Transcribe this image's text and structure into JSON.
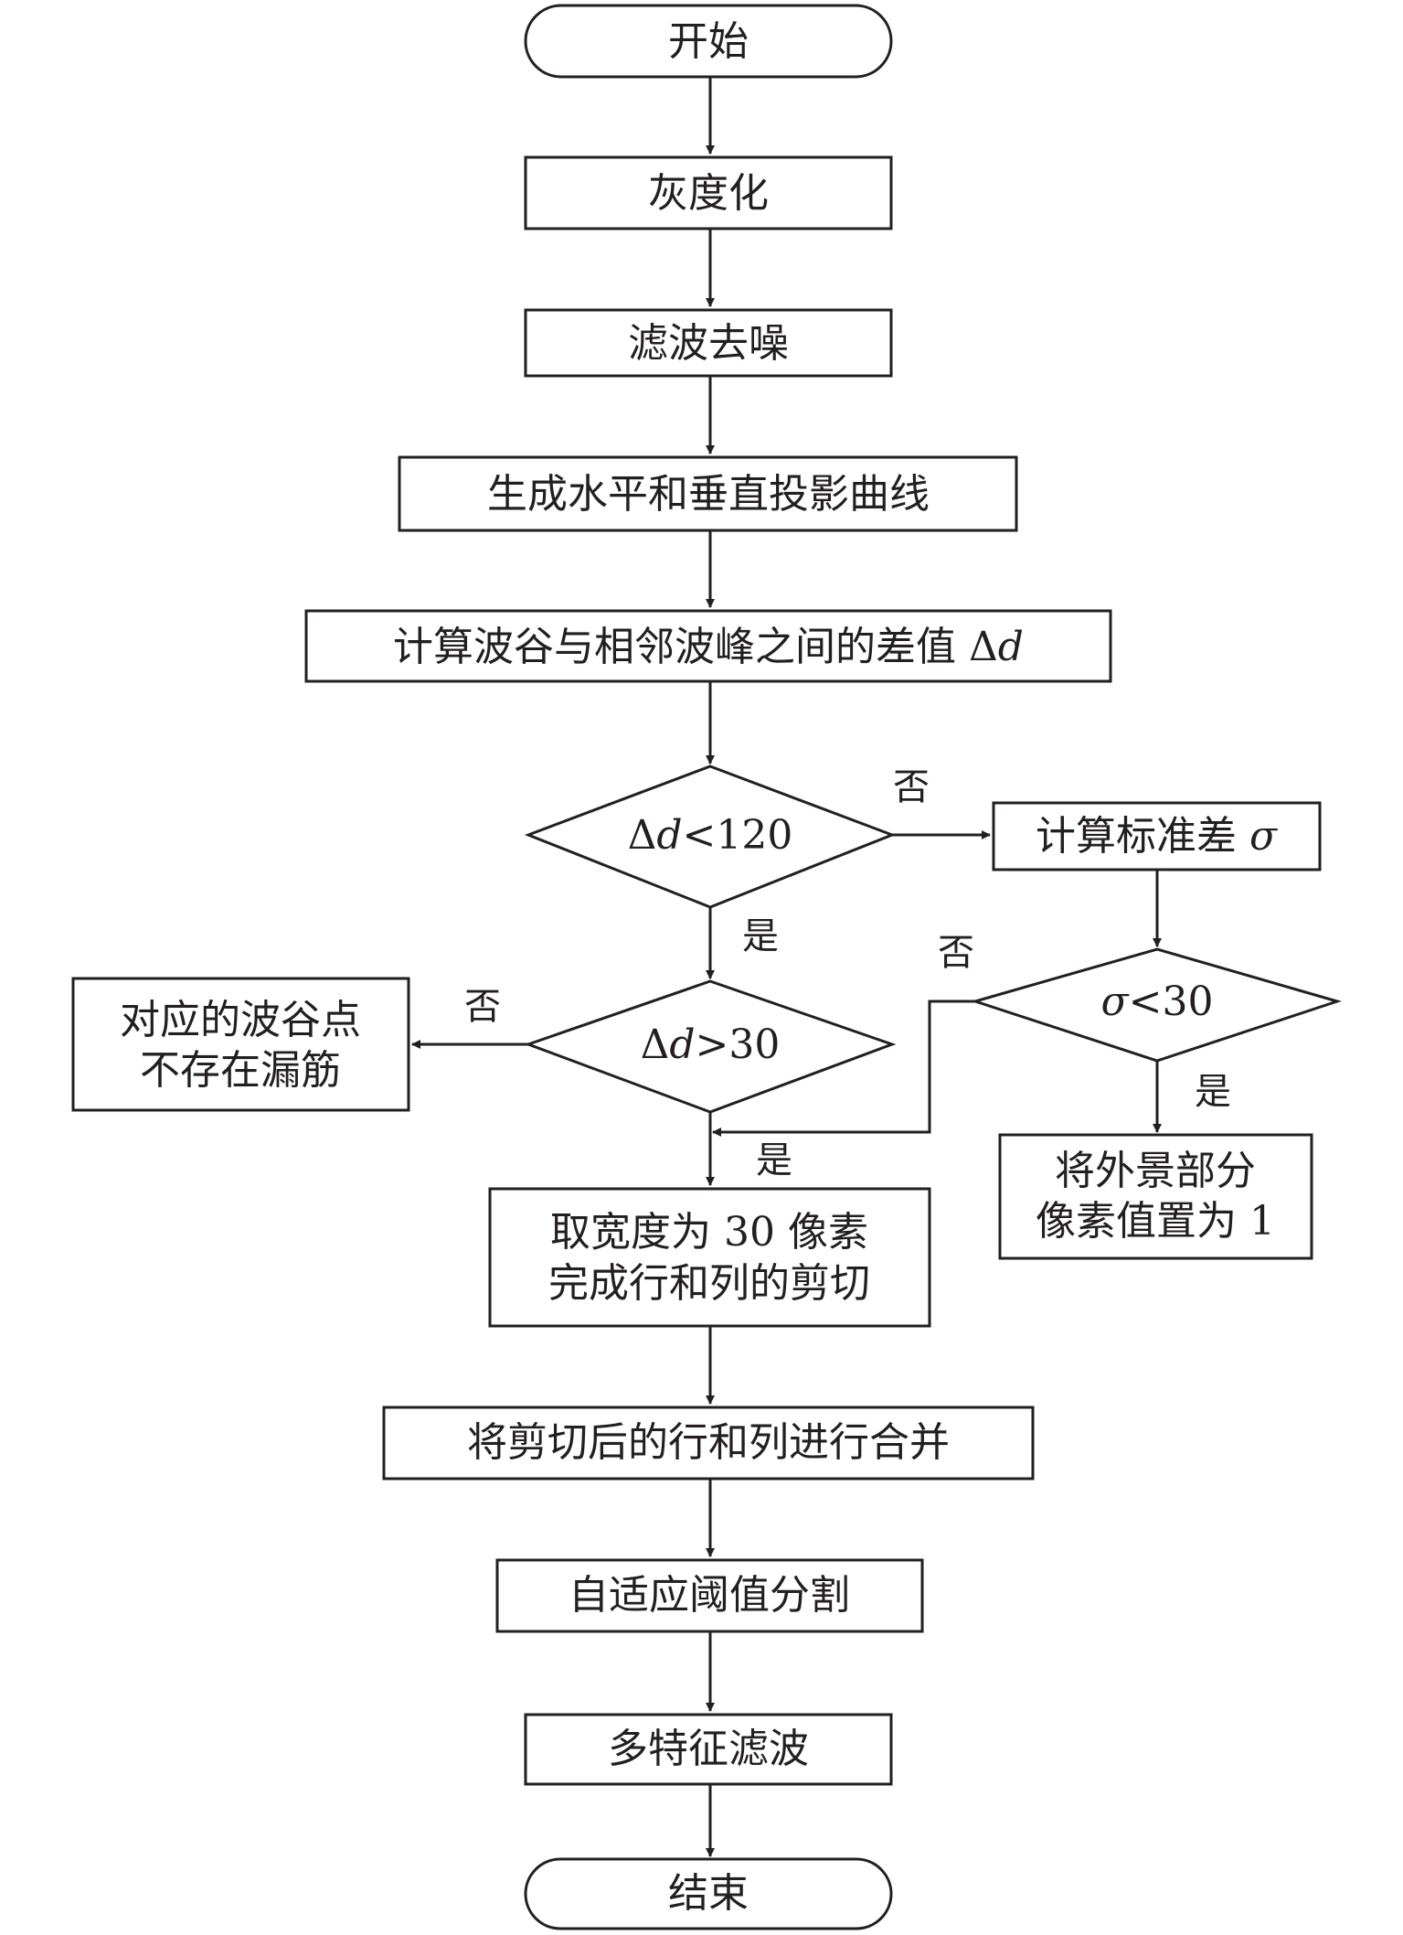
{
  "nodes": {
    "start": "开始",
    "grayscale": "灰度化",
    "denoise": "滤波去噪",
    "projection": "生成水平和垂直投影曲线",
    "diff": {
      "text": "计算波谷与相邻波峰之间的差值 Δ",
      "var": "d"
    },
    "cond_d120": {
      "pre": "Δ",
      "var": "d",
      "post": "<120"
    },
    "stddev": {
      "text": "计算标准差 ",
      "var": "σ"
    },
    "cond_d30": {
      "pre": "Δ",
      "var": "d",
      "post": ">30"
    },
    "cond_s30": {
      "var": "σ",
      "post": "<30"
    },
    "no_rebar": [
      "对应的波谷点",
      "不存在漏筋"
    ],
    "set_bg": [
      "将外景部分",
      "像素值置为 1"
    ],
    "crop": [
      "取宽度为 30 像素",
      "完成行和列的剪切"
    ],
    "merge": "将剪切后的行和列进行合并",
    "threshold": "自适应阈值分割",
    "mfilter": "多特征滤波",
    "end": "结束"
  },
  "labels": {
    "yes": "是",
    "no": "否"
  }
}
